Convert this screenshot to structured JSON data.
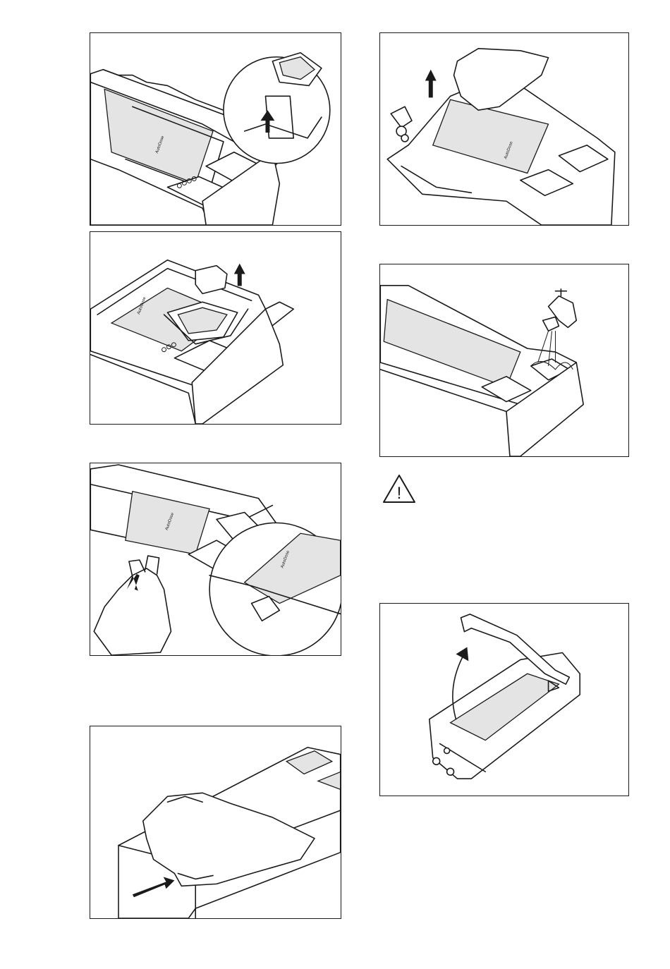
{
  "figures": [
    {
      "id": "fig-1",
      "label_text": "AutoDose",
      "steps": "lift dosing container out of drawer (magnified view)"
    },
    {
      "id": "fig-2",
      "label_text": "AutoDose",
      "steps": "lift cap from container"
    },
    {
      "id": "fig-3",
      "label_text": "AutoDose",
      "steps": "press release lever (magnified view)"
    },
    {
      "id": "fig-4",
      "steps": "push drawer back in"
    },
    {
      "id": "fig-5",
      "label_text": "AutoDose",
      "steps": "lift and remove AutoDose unit"
    },
    {
      "id": "fig-6",
      "steps": "rinse under tap"
    },
    {
      "id": "fig-7",
      "steps": "open lid"
    }
  ],
  "warning": {
    "icon": "warning-triangle-icon",
    "mark": "!"
  },
  "colors": {
    "ink": "#1a1a1a",
    "paper": "#ffffff",
    "shade": "#e4e4e4"
  }
}
